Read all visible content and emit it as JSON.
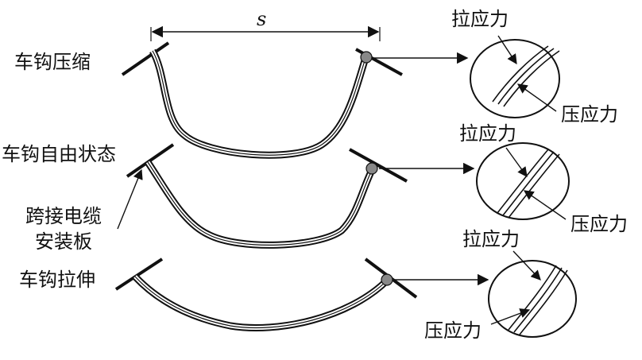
{
  "diagram": {
    "dimension_label": "s",
    "states": [
      {
        "label": "车钩压缩",
        "tension_label": "拉应力",
        "compression_label": "压应力"
      },
      {
        "label": "车钩自由状态",
        "tension_label": "拉应力",
        "compression_label": "压应力"
      },
      {
        "label": "车钩拉伸",
        "tension_label": "拉应力",
        "compression_label": "压应力"
      }
    ],
    "component_label_line1": "跨接电缆",
    "component_label_line2": "安装板"
  }
}
